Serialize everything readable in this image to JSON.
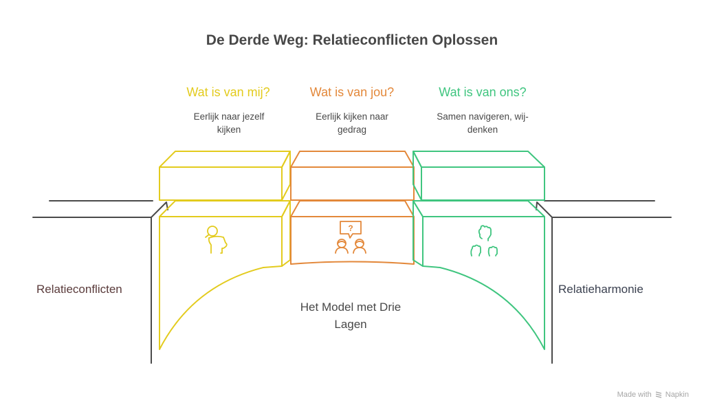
{
  "title": "De Derde Weg: Relatieconflicten Oplossen",
  "colors": {
    "yellow": "#e3cb1d",
    "orange": "#e3883a",
    "green": "#3fc57f",
    "gray_line": "#4a4a4a",
    "left_label": "#5a3b3b",
    "right_label": "#3b4150"
  },
  "columns": [
    {
      "heading": "Wat is van mij?",
      "description_line1": "Eerlijk naar jezelf",
      "description_line2": "kijken",
      "icon": "person-reflection-icon"
    },
    {
      "heading": "Wat is van jou?",
      "description_line1": "Eerlijk kijken naar",
      "description_line2": "gedrag",
      "icon": "conversation-question-icon"
    },
    {
      "heading": "Wat is van ons?",
      "description_line1": "Samen navigeren, wij-",
      "description_line2": "denken",
      "icon": "raised-fists-icon"
    }
  ],
  "left_label": "Relatieconflicten",
  "right_label": "Relatieharmonie",
  "center_label_line1": "Het Model met Drie",
  "center_label_line2": "Lagen",
  "footer": {
    "prefix": "Made with",
    "brand": "Napkin"
  }
}
